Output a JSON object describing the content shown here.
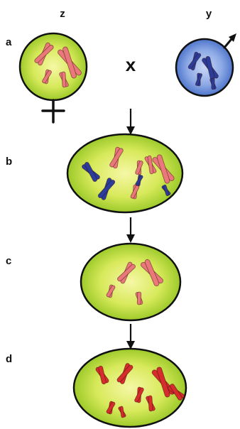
{
  "labels": {
    "parent_left": "z",
    "parent_right": "y",
    "cross_symbol": "x",
    "row_a": "a",
    "row_b": "b",
    "row_c": "c",
    "row_d": "d"
  },
  "icons": {
    "female": "female-symbol-icon",
    "male": "male-symbol-icon",
    "arrow": "down-arrow-icon"
  },
  "colors": {
    "cell_green_light": "#f6f7a6",
    "cell_green_dark": "#8ec21e",
    "cell_blue_light": "#c9d8f5",
    "cell_blue_dark": "#3f67c4",
    "chrom_pink": "#e8787a",
    "chrom_red": "#d52c2c",
    "chrom_blue": "#2a3d9a",
    "outline": "#111111"
  }
}
